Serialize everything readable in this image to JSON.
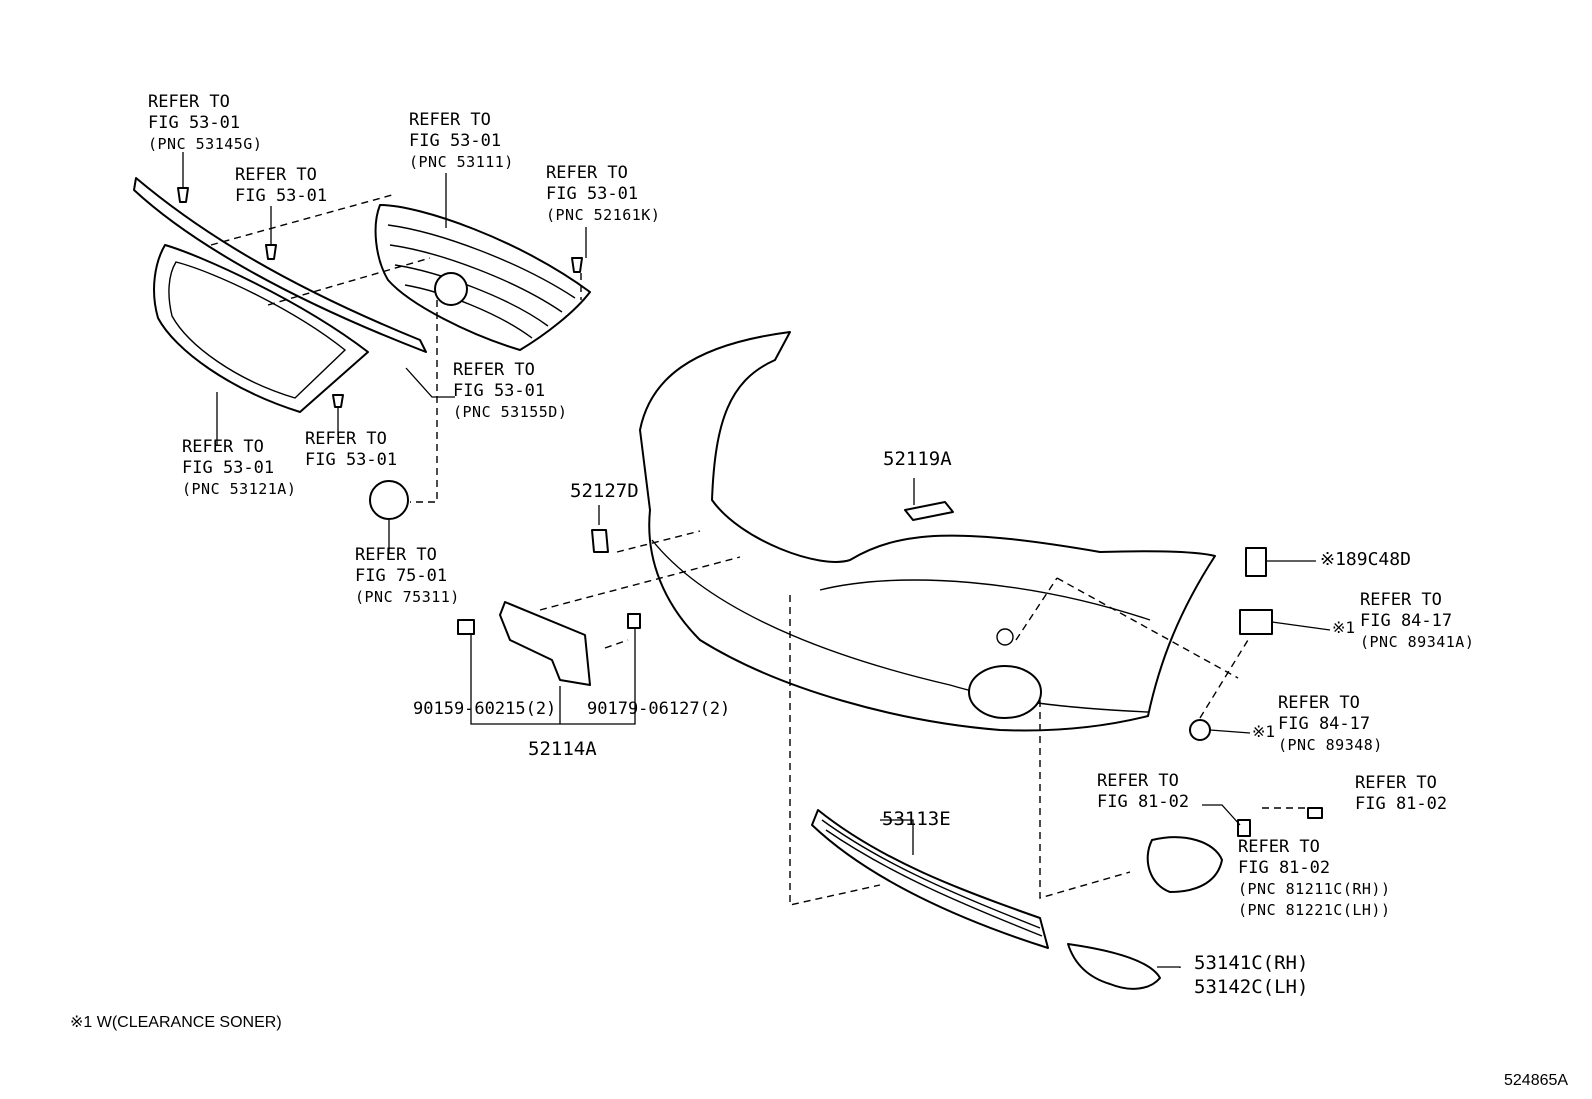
{
  "refs": {
    "grille_molding_top": {
      "l1": "REFER TO",
      "l2": "FIG 53-01",
      "l3": "(PNC 53145G)"
    },
    "clip_upper": {
      "l1": "REFER TO",
      "l2": "FIG 53-01"
    },
    "radiator_grille": {
      "l1": "REFER TO",
      "l2": "FIG 53-01",
      "l3": "(PNC 53111)"
    },
    "clip_right": {
      "l1": "REFER TO",
      "l2": "FIG 53-01",
      "l3": "(PNC 52161K)"
    },
    "grille_molding_lower": {
      "l1": "REFER TO",
      "l2": "FIG 53-01",
      "l3": "(PNC 53155D)"
    },
    "grille_frame": {
      "l1": "REFER TO",
      "l2": "FIG 53-01",
      "l3": "(PNC 53121A)"
    },
    "clip_lower": {
      "l1": "REFER TO",
      "l2": "FIG 53-01"
    },
    "emblem": {
      "l1": "REFER TO",
      "l2": "FIG 75-01",
      "l3": "(PNC 75311)"
    },
    "sensor": {
      "l1": "REFER TO",
      "l2": "FIG 84-17",
      "l3": "(PNC 89341A)"
    },
    "sensor_retainer": {
      "l1": "REFER TO",
      "l2": "FIG 84-17",
      "l3": "(PNC 89348)"
    },
    "fog_clip": {
      "l1": "REFER TO",
      "l2": "FIG 81-02"
    },
    "fog_screw": {
      "l1": "REFER TO",
      "l2": "FIG 81-02"
    },
    "fog_lamp": {
      "l1": "REFER TO",
      "l2": "FIG 81-02",
      "l3": "(PNC 81211C(RH))",
      "l4": "(PNC 81221C(LH))"
    }
  },
  "part_numbers": {
    "bracket": "52119A",
    "cap": "52127D",
    "sensor_holder": "※189C48D",
    "sensor_mark": "※1",
    "retainer_mark": "※1",
    "bolt": "90159-60215(2)",
    "nut": "90179-06127(2)",
    "license_bracket": "52114A",
    "lower_grille": "53113E",
    "cover_rh": "53141C(RH)",
    "cover_lh": "53142C(LH)"
  },
  "footnote": "※1 W(CLEARANCE SONER)",
  "figure_id": "524865A"
}
